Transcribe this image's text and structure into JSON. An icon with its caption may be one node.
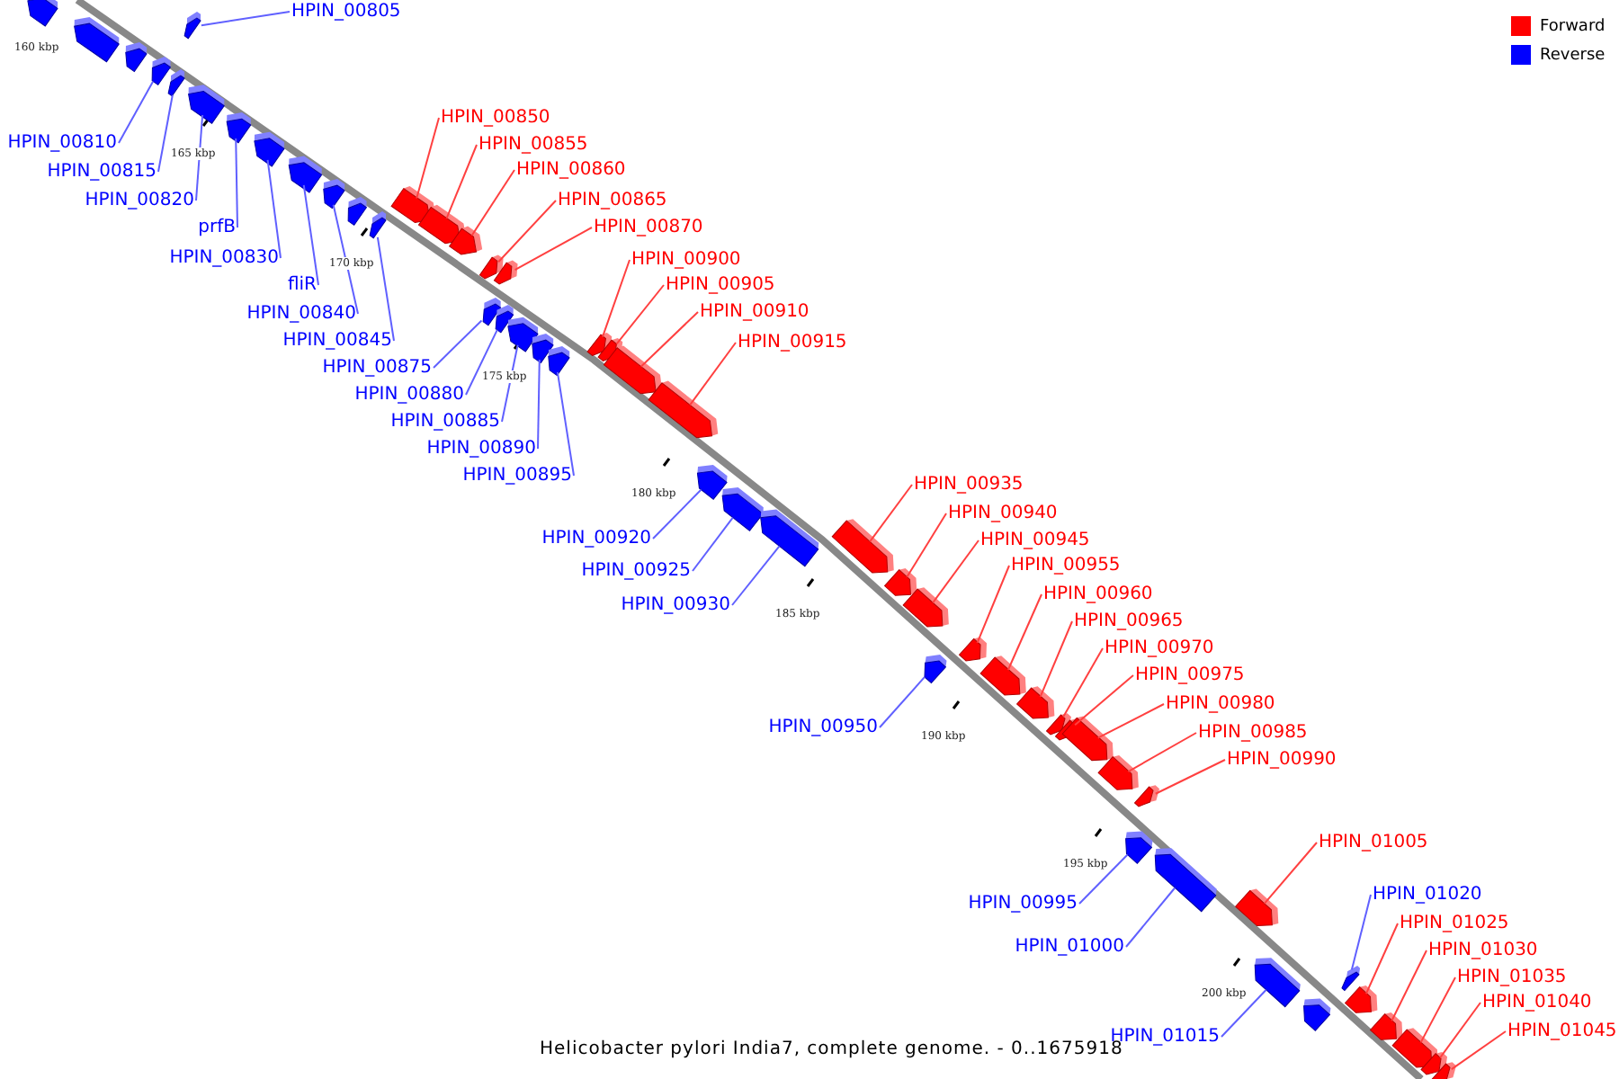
{
  "diagram": {
    "caption": "Helicobacter pylori India7, complete genome. - 0..1675918",
    "nodes": [
      {
        "text": [
          "HPIN_00805"
        ]
      },
      {
        "text": [],
        "shape": "box"
      },
      {
        "text": [
          "HPIN_00810"
        ]
      },
      {
        "text": [],
        "shape": "box"
      },
      {
        "text": [
          "HPIN_00815"
        ]
      },
      {
        "text": [],
        "shape": "box"
      },
      {
        "text": [
          "HPIN_00820"
        ]
      },
      {
        "text": [],
        "shape": "box"
      },
      {
        "text": [
          "prfB"
        ]
      },
      {
        "text": [],
        "shape": "box"
      },
      {
        "text": [
          "HPIN_00830"
        ]
      },
      {
        "text": [],
        "shape": "box"
      },
      {
        "text": [
          "fliR"
        ]
      },
      {
        "text": [],
        "shape": "box"
      },
      {
        "text": [
          "HPIN_00840"
        ]
      },
      {
        "text": [],
        "shape": "box"
      },
      {
        "text": [
          "HPIN_00845"
        ]
      },
      {
        "text": [],
        "shape": "box"
      },
      {
        "text": [
          "HPIN_00850"
        ]
      },
      {
        "text": [],
        "shape": "box"
      },
      {
        "text": [
          "HPIN_00855"
        ]
      },
      {
        "text": [],
        "shape": "box"
      },
      {
        "text": [
          "HPIN_00860"
        ]
      },
      {
        "text": [],
        "shape": "box"
      },
      {
        "text": [
          "HPIN_00865"
        ]
      },
      {
        "text": [],
        "shape": "box"
      },
      {
        "text": [
          "HPIN_00870"
        ]
      },
      {
        "text": [],
        "shape": "box"
      },
      {
        "text": [
          "HPIN_00875"
        ]
      },
      {
        "text": [],
        "shape": "box"
      },
      {
        "text": [
          "HPIN_00880"
        ]
      },
      {
        "text": [],
        "shape": "box"
      },
      {
        "text": [
          "HPIN_00885"
        ]
      },
      {
        "text": [],
        "shape": "box"
      },
      {
        "text": [
          "HPIN_00890"
        ]
      },
      {
        "text": [],
        "shape": "box"
      },
      {
        "text": [
          "HPIN_00895"
        ]
      },
      {
        "text": [],
        "shape": "box"
      },
      {
        "text": [
          "HPIN_00900"
        ]
      },
      {
        "text": [],
        "shape": "box"
      },
      {
        "text": [
          "HPIN_00905"
        ]
      },
      {
        "text": [],
        "shape": "box"
      },
      {
        "text": [
          "HPIN_00910"
        ]
      },
      {
        "text": [],
        "shape": "box"
      },
      {
        "text": [
          "HPIN_00915"
        ]
      },
      {
        "text": [],
        "shape": "box"
      },
      {
        "text": [
          "HPIN_00920"
        ]
      },
      {
        "text": [],
        "shape": "box"
      },
      {
        "text": [
          "HPIN_00925"
        ]
      },
      {
        "text": [],
        "shape": "box"
      },
      {
        "text": [
          "HPIN_00930"
        ]
      },
      {
        "text": [],
        "shape": "box"
      },
      {
        "text": [
          "HPIN_00935"
        ]
      },
      {
        "text": [],
        "shape": "box"
      },
      {
        "text": [
          "HPIN_00940"
        ]
      },
      {
        "text": [],
        "shape": "box"
      },
      {
        "text": [
          "HPIN_00945"
        ]
      },
      {
        "text": [],
        "shape": "box"
      },
      {
        "text": [
          "HPIN_00950"
        ]
      },
      {
        "text": [],
        "shape": "box"
      },
      {
        "text": [
          "HPIN_00955"
        ]
      },
      {
        "text": [],
        "shape": "box"
      },
      {
        "text": [
          "HPIN_00960"
        ]
      },
      {
        "text": [],
        "shape": "box"
      },
      {
        "text": [
          "HPIN_00965"
        ]
      },
      {
        "text": [],
        "shape": "box"
      },
      {
        "text": [
          "HPIN_00970"
        ]
      },
      {
        "text": [],
        "shape": "box"
      },
      {
        "text": [
          "HPIN_00975"
        ]
      },
      {
        "text": [],
        "shape": "box"
      },
      {
        "text": [
          "HPIN_00980"
        ]
      },
      {
        "text": [],
        "shape": "box"
      },
      {
        "text": [
          "HPIN_00985"
        ]
      },
      {
        "text": [],
        "shape": "box"
      },
      {
        "text": [
          "HPIN_00990"
        ]
      },
      {
        "text": [],
        "shape": "box"
      },
      {
        "text": [
          "HPIN_00995"
        ]
      },
      {
        "text": [],
        "shape": "box"
      },
      {
        "text": [
          "HPIN_01000"
        ]
      },
      {
        "text": [],
        "shape": "box"
      },
      {
        "text": [
          "HPIN_01005"
        ]
      },
      {
        "text": [],
        "shape": "box"
      },
      {
        "text": [
          "HPIN_01015"
        ]
      },
      {
        "text": [],
        "shape": "box"
      },
      {
        "text": [
          "HPIN_01020"
        ]
      },
      {
        "text": [],
        "shape": "box"
      },
      {
        "text": [
          "HPIN_01025"
        ]
      },
      {
        "text": [],
        "shape": "box"
      },
      {
        "text": [
          "HPIN_01030"
        ]
      },
      {
        "text": [],
        "shape": "box"
      },
      {
        "text": [
          "HPIN_01035"
        ]
      },
      {
        "text": [],
        "shape": "box"
      },
      {
        "text": [
          "HPIN_01040"
        ]
      },
      {
        "text": [],
        "shape": "box"
      },
      {
        "text": [
          "HPIN_01045"
        ]
      },
      {
        "text": [],
        "shape": "box"
      },
      {
        "text": [],
        "shape": "box"
      },
      {
        "text": [],
        "shape": "box"
      },
      {
        "text": [],
        "shape": "box"
      },
      {
        "text": [],
        "shape": "box"
      },
      {
        "text": [],
        "shape": "box"
      }
    ],
    "edges": [
      {
        "from": 0,
        "to": 1,
        "arrow": "none",
        "color": "#6060ff"
      },
      {
        "from": 2,
        "to": 3,
        "arrow": "none",
        "color": "#6060ff"
      },
      {
        "from": 4,
        "to": 5,
        "arrow": "none",
        "color": "#6060ff"
      },
      {
        "from": 6,
        "to": 7,
        "arrow": "none",
        "color": "#6060ff"
      },
      {
        "from": 8,
        "to": 9,
        "arrow": "none",
        "color": "#6060ff"
      },
      {
        "from": 10,
        "to": 11,
        "arrow": "none",
        "color": "#6060ff"
      },
      {
        "from": 12,
        "to": 13,
        "arrow": "none",
        "color": "#6060ff"
      },
      {
        "from": 14,
        "to": 15,
        "arrow": "none",
        "color": "#6060ff"
      },
      {
        "from": 16,
        "to": 17,
        "arrow": "none",
        "color": "#6060ff"
      },
      {
        "from": 18,
        "to": 19,
        "arrow": "none"
      },
      {
        "from": 20,
        "to": 21,
        "arrow": "none"
      },
      {
        "from": 22,
        "to": 23,
        "arrow": "none"
      },
      {
        "from": 24,
        "to": 25,
        "arrow": "none"
      },
      {
        "from": 26,
        "to": 27,
        "arrow": "none"
      },
      {
        "from": 28,
        "to": 29,
        "arrow": "none",
        "color": "#6060ff"
      },
      {
        "from": 30,
        "to": 31,
        "arrow": "none",
        "color": "#6060ff"
      },
      {
        "from": 32,
        "to": 33,
        "arrow": "none",
        "color": "#6060ff"
      },
      {
        "from": 34,
        "to": 35,
        "arrow": "none",
        "color": "#6060ff"
      },
      {
        "from": 36,
        "to": 37,
        "arrow": "none",
        "color": "#6060ff"
      },
      {
        "from": 38,
        "to": 39,
        "arrow": "none"
      },
      {
        "from": 40,
        "to": 41,
        "arrow": "none"
      },
      {
        "from": 42,
        "to": 43,
        "arrow": "none"
      },
      {
        "from": 44,
        "to": 45,
        "arrow": "none"
      },
      {
        "from": 46,
        "to": 47,
        "arrow": "none",
        "color": "#6060ff"
      },
      {
        "from": 48,
        "to": 49,
        "arrow": "none",
        "color": "#6060ff"
      },
      {
        "from": 50,
        "to": 51,
        "arrow": "none",
        "color": "#6060ff"
      },
      {
        "from": 52,
        "to": 53,
        "arrow": "none"
      },
      {
        "from": 54,
        "to": 55,
        "arrow": "none"
      },
      {
        "from": 56,
        "to": 57,
        "arrow": "none"
      },
      {
        "from": 58,
        "to": 59,
        "arrow": "none",
        "color": "#6060ff"
      },
      {
        "from": 60,
        "to": 61,
        "arrow": "none"
      },
      {
        "from": 62,
        "to": 63,
        "arrow": "none"
      },
      {
        "from": 64,
        "to": 65,
        "arrow": "none"
      },
      {
        "from": 66,
        "to": 67,
        "arrow": "none"
      },
      {
        "from": 68,
        "to": 69,
        "arrow": "none"
      },
      {
        "from": 70,
        "to": 71,
        "arrow": "none"
      },
      {
        "from": 72,
        "to": 73,
        "arrow": "none"
      },
      {
        "from": 74,
        "to": 75,
        "arrow": "none"
      },
      {
        "from": 76,
        "to": 77,
        "arrow": "none",
        "color": "#6060ff"
      },
      {
        "from": 78,
        "to": 79,
        "arrow": "none",
        "color": "#6060ff"
      },
      {
        "from": 80,
        "to": 81,
        "arrow": "none"
      },
      {
        "from": 82,
        "to": 83,
        "arrow": "none",
        "color": "#6060ff"
      },
      {
        "from": 84,
        "to": 85,
        "arrow": "none",
        "color": "#6060ff"
      },
      {
        "from": 86,
        "to": 87,
        "arrow": "none"
      },
      {
        "from": 88,
        "to": 89,
        "arrow": "none"
      },
      {
        "from": 90,
        "to": 91,
        "arrow": "none"
      },
      {
        "from": 92,
        "to": 93,
        "arrow": "none"
      },
      {
        "from": 94,
        "to": 95,
        "arrow": "none"
      }
    ],
    "labels": [
      "160 kbp",
      "165 kbp",
      "170 kbp",
      "175 kbp",
      "180 kbp",
      "185 kbp",
      "190 kbp",
      "195 kbp",
      "200 kbp"
    ],
    "legend": [
      {
        "text": "Forward",
        "color": "#ff0000"
      },
      {
        "text": "Reverse",
        "color": "#0000ff"
      }
    ]
  }
}
